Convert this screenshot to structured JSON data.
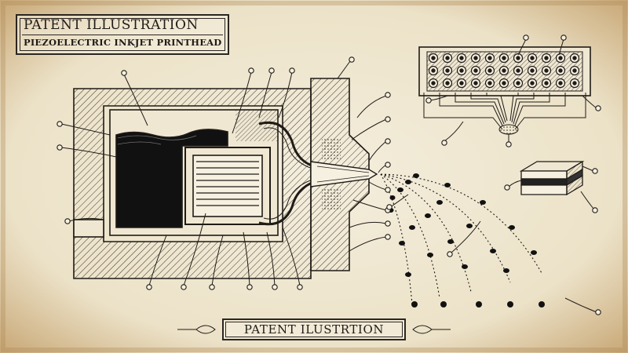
{
  "header": {
    "title": "PATENT ILLUSTRATION",
    "subtitle": "PIEZOELECTRIC INKJET PRINTHEAD"
  },
  "footer": {
    "caption": "PATENT ILUSTRTION"
  },
  "diagram": {
    "components": [
      "printhead-housing",
      "ink-reservoir",
      "piezoelectric-actuator",
      "pressure-chamber",
      "flexible-membrane",
      "nozzle-plate",
      "nozzle-tip",
      "ink-droplet-trajectories",
      "nozzle-array-top-view",
      "layered-piezo-stack"
    ],
    "nozzle_array": {
      "rows": 3,
      "cols": 11
    },
    "droplet_streams": 5,
    "unlabeled_callouts": 34
  },
  "colors": {
    "paper": "#f1ead8",
    "ink": "#1f1b17",
    "frame": "#2a2622",
    "edge_stain": "#b08a55"
  }
}
